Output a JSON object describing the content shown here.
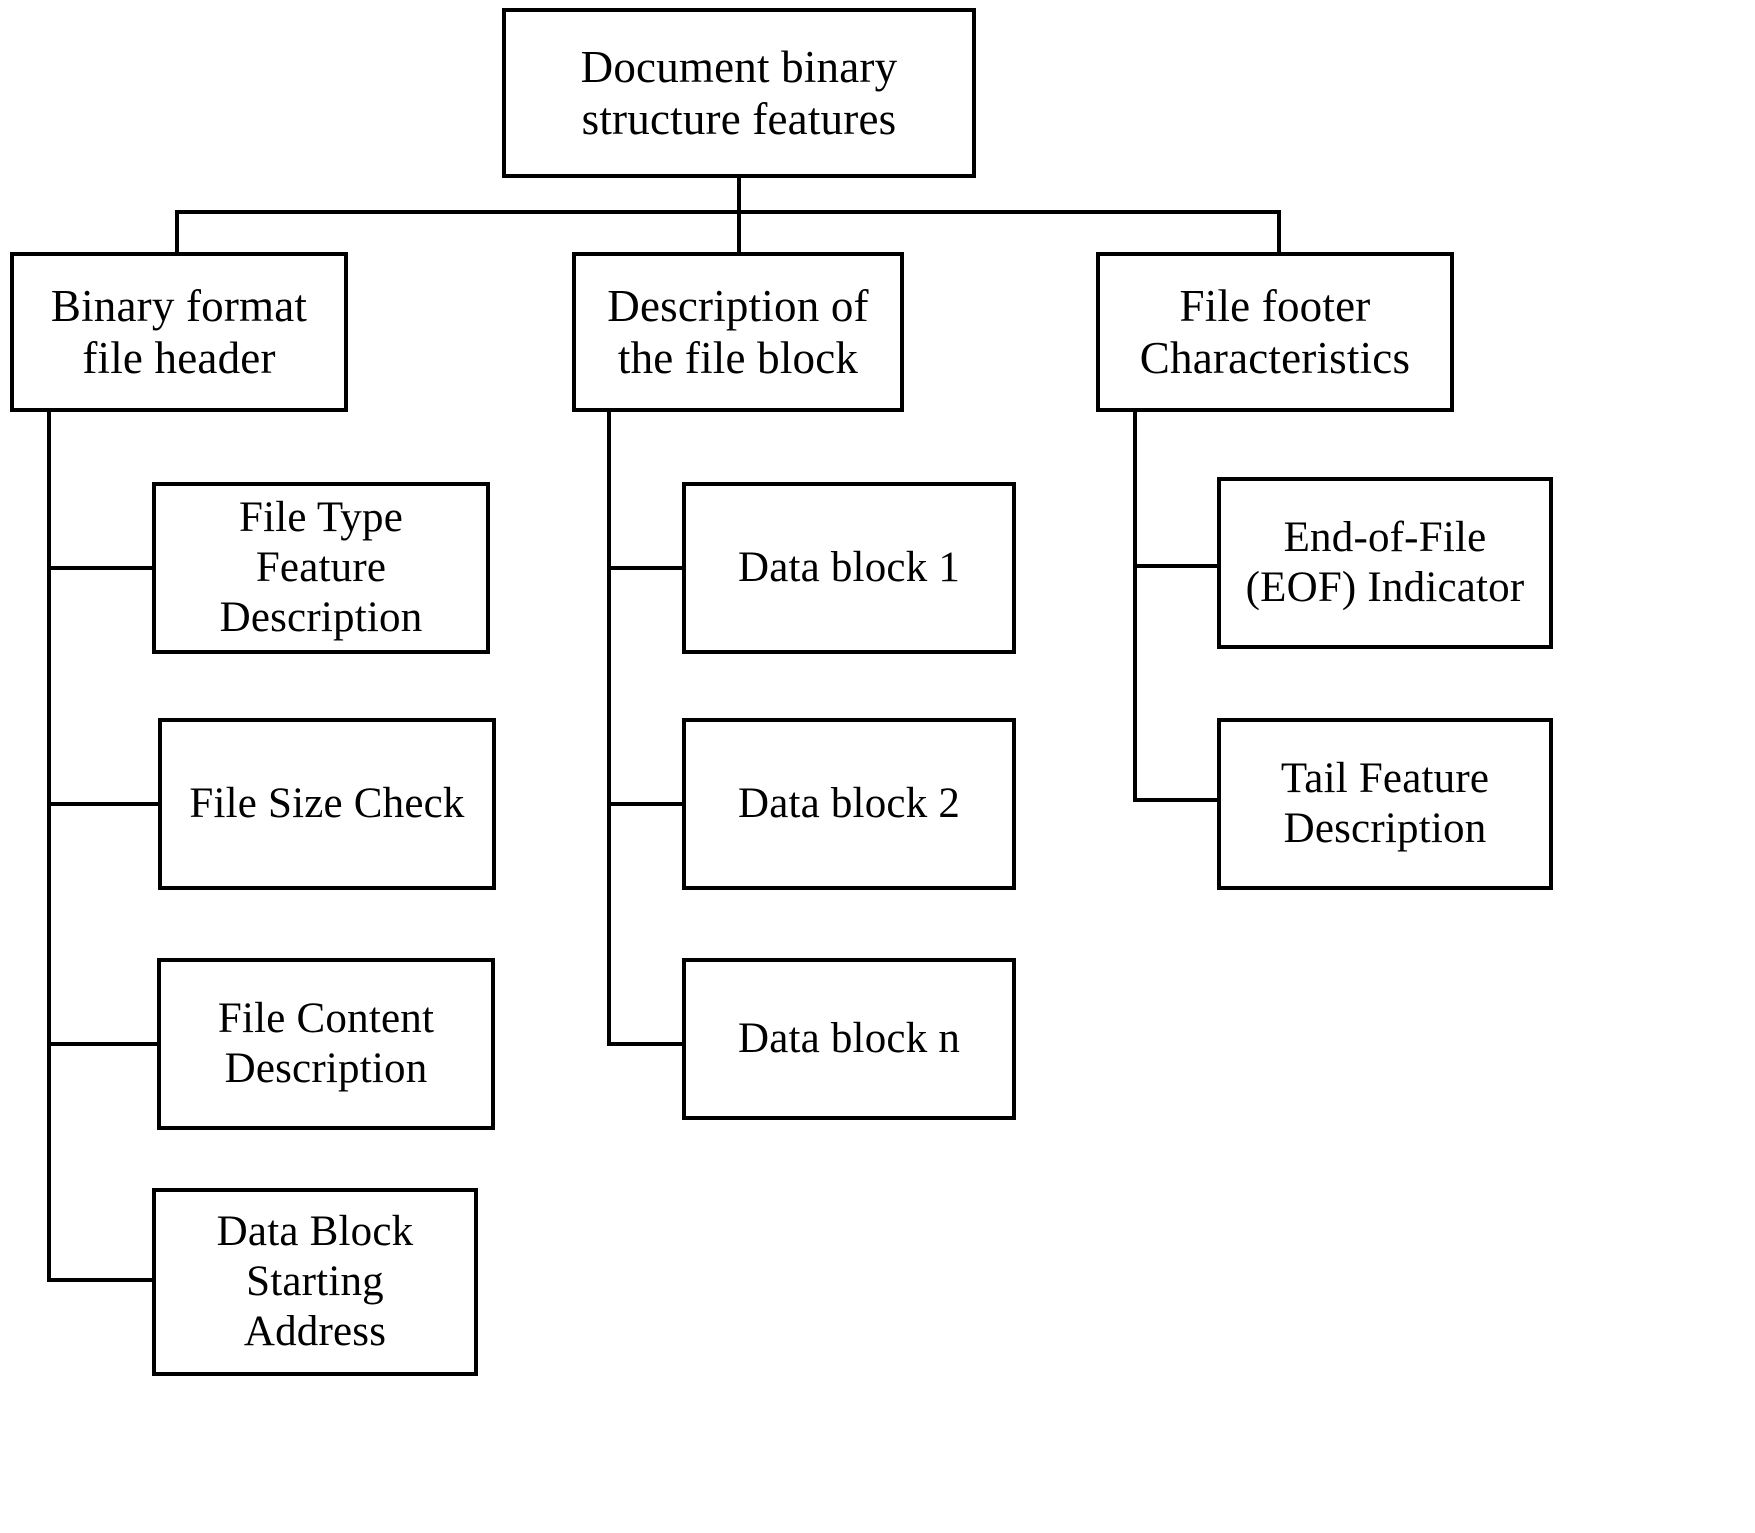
{
  "diagram": {
    "type": "tree",
    "title": "Document binary structure features",
    "root": {
      "label": "Document binary\nstructure features"
    },
    "branches": [
      {
        "label": "Binary format\nfile header",
        "children": [
          {
            "label": "File Type\nFeature\nDescription"
          },
          {
            "label": "File Size Check"
          },
          {
            "label": "File Content\nDescription"
          },
          {
            "label": "Data Block\nStarting\nAddress"
          }
        ]
      },
      {
        "label": "Description of\nthe file block",
        "children": [
          {
            "label": "Data block 1"
          },
          {
            "label": "Data block 2"
          },
          {
            "label": "Data block n"
          }
        ]
      },
      {
        "label": "File footer\nCharacteristics",
        "children": [
          {
            "label": "End-of-File\n(EOF) Indicator"
          },
          {
            "label": "Tail Feature\nDescription"
          }
        ]
      }
    ],
    "colors": {
      "stroke": "#000000",
      "fill": "#ffffff",
      "text": "#000000"
    }
  }
}
